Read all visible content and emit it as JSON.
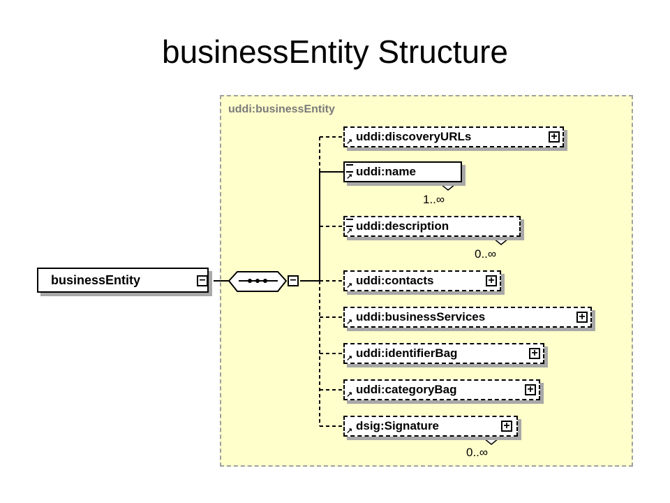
{
  "title": "businessEntity Structure",
  "diagram": {
    "root": "businessEntity",
    "type_label": "uddi:businessEntity",
    "elements": [
      {
        "label": "uddi:discoveryURLs",
        "occurrence": ""
      },
      {
        "label": "uddi:name",
        "occurrence": "1..∞"
      },
      {
        "label": "uddi:description",
        "occurrence": "0..∞"
      },
      {
        "label": "uddi:contacts",
        "occurrence": ""
      },
      {
        "label": "uddi:businessServices",
        "occurrence": ""
      },
      {
        "label": "uddi:identifierBag",
        "occurrence": ""
      },
      {
        "label": "uddi:categoryBag",
        "occurrence": ""
      },
      {
        "label": "dsig:Signature",
        "occurrence": "0..∞"
      }
    ]
  }
}
